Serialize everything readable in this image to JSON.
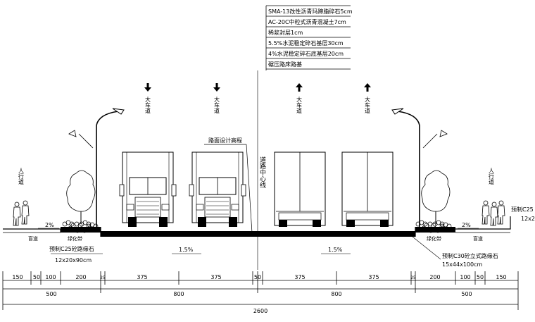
{
  "pavement_layers": [
    "SMA-13改性沥青玛蹄脂碎石5cm",
    "AC-20C中粒式沥青混凝土7cm",
    "稀浆封层1cm",
    "5.5%水泥稳定碎石基层30cm",
    "4%水泥稳定碎石底基层20cm",
    "碾压路床路基"
  ],
  "lanes": [
    {
      "label": "大车道",
      "direction": "down"
    },
    {
      "label": "大车道",
      "direction": "down"
    },
    {
      "label": "大车道",
      "direction": "up"
    },
    {
      "label": "大车道",
      "direction": "up"
    }
  ],
  "labels": {
    "sidewalk_left": "人行道",
    "sidewalk_right": "人行道",
    "road_centerline": "道路中心线",
    "pavement_edge": "路面设计高程",
    "green_belt_left": "绿化带",
    "green_belt_right": "绿化带",
    "sidewalk_surface_left": "盲道",
    "sidewalk_surface_right": "盲道",
    "curb_left": "预制C25砼路缘石",
    "curb_left_size": "12x20x90cm",
    "curb_right": "预制C30砼立式路缘石",
    "curb_right_size": "15x44x100cm",
    "curb_far_right": "预制C25",
    "curb_far_right_size": "12x2",
    "slope_sidewalk_left": "2%",
    "slope_sidewalk_right": "2%",
    "slope_road_left": "1.5%",
    "slope_road_right": "1.5%"
  },
  "dimensions": {
    "row1": [
      "150",
      "50",
      "100",
      "200",
      "25",
      "375",
      "375",
      "50",
      "375",
      "375",
      "25",
      "200",
      "100",
      "50",
      "150"
    ],
    "row2": [
      "500",
      "800",
      "800",
      "500"
    ],
    "total": "2600"
  }
}
